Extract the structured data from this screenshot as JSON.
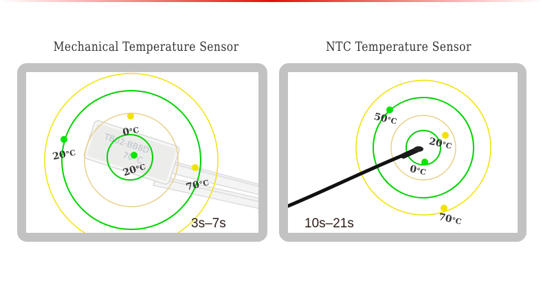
{
  "panels": [
    {
      "title": "Mechanical Temperature Sensor",
      "time": "3s–7s",
      "device_print": [
        "TB02-BB8D",
        "70°C"
      ],
      "markers": [
        {
          "label": "0",
          "unit": "°C",
          "color": "#f2e200"
        },
        {
          "label": "20",
          "unit": "°C",
          "color": "#00e600"
        },
        {
          "label": "20",
          "unit": "°C",
          "color": "#00e600"
        },
        {
          "label": "70",
          "unit": "°C",
          "color": "#f2e200"
        }
      ]
    },
    {
      "title": "NTC Temperature Sensor",
      "time": "10s–21s",
      "markers": [
        {
          "label": "50",
          "unit": "°C",
          "color": "#00e600"
        },
        {
          "label": "20",
          "unit": "°C",
          "color": "#f2e200"
        },
        {
          "label": "0",
          "unit": "°C",
          "color": "#00e600"
        },
        {
          "label": "70",
          "unit": "°C",
          "color": "#f2e200"
        }
      ]
    }
  ],
  "colors": {
    "ring_yellow": "#f2e200",
    "ring_green": "#00d200",
    "ring_tan": "#e8d08a",
    "frame_gray": "#c2c2c2",
    "accent_red": "#e21010"
  }
}
